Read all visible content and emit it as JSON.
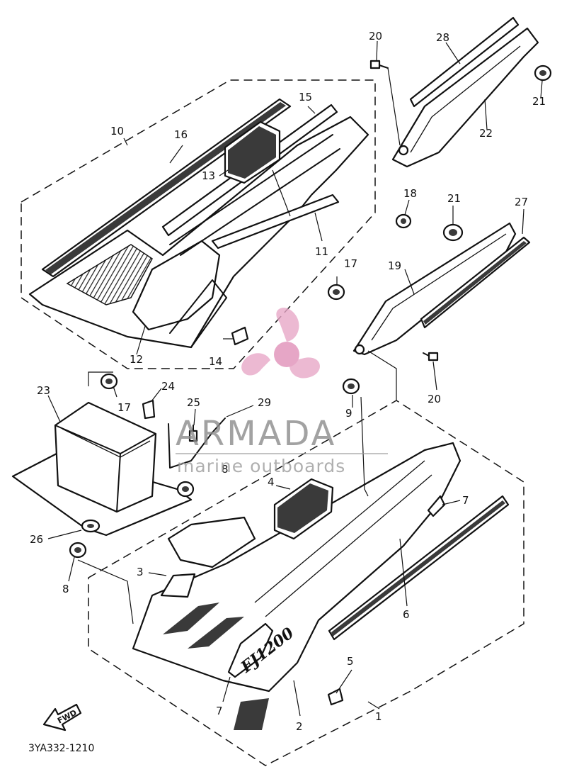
{
  "diagram_code": "3YA332-1210",
  "fwd_label": "FWD",
  "emblem_text": "FJ1200",
  "watermark": {
    "brand": "ARMADA",
    "tagline": "marine outboards",
    "logo": "propeller-logo",
    "color": "#e8a8c8"
  },
  "callouts": {
    "c1": "1",
    "c2": "2",
    "c3": "3",
    "c4": "4",
    "c5": "5",
    "c6": "6",
    "c7a": "7",
    "c7b": "7",
    "c8a": "8",
    "c8b": "8",
    "c9": "9",
    "c10": "10",
    "c11": "11",
    "c12": "12",
    "c13": "13",
    "c14": "14",
    "c15": "15",
    "c16": "16",
    "c17a": "17",
    "c17b": "17",
    "c18": "18",
    "c19": "19",
    "c20a": "20",
    "c20b": "20",
    "c21a": "21",
    "c21b": "21",
    "c22": "22",
    "c23": "23",
    "c24": "24",
    "c25": "25",
    "c26": "26",
    "c27": "27",
    "c28": "28",
    "c29": "29"
  }
}
